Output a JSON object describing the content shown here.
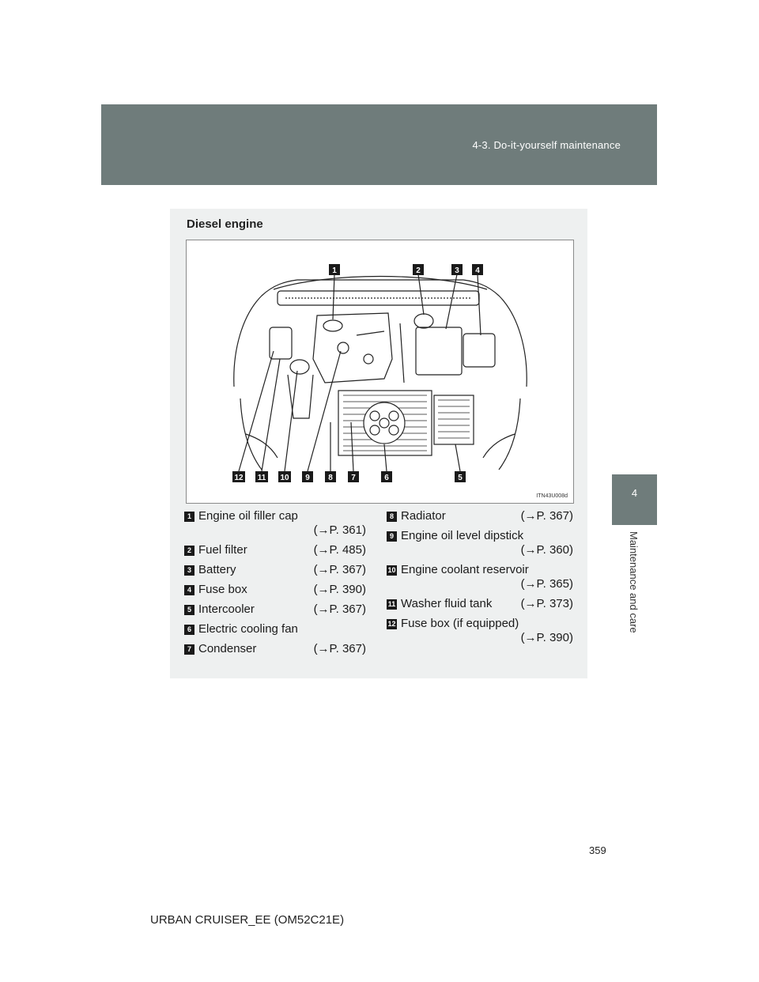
{
  "header": {
    "section": "4-3. Do-it-yourself maintenance"
  },
  "side_tab": {
    "number": "4",
    "label": "Maintenance and care"
  },
  "section_title": "Diesel engine",
  "figure": {
    "code": "ITN43U008d",
    "callouts_top": [
      "1",
      "2",
      "3",
      "4"
    ],
    "callouts_bottom": [
      "12",
      "11",
      "10",
      "9",
      "8",
      "7",
      "6",
      "5"
    ]
  },
  "legend_left": [
    {
      "num": "1",
      "label": "Engine oil filler cap",
      "ref": "(→P. 361)",
      "wrap": true
    },
    {
      "num": "2",
      "label": "Fuel filter",
      "ref": "(→P. 485)",
      "wrap": false
    },
    {
      "num": "3",
      "label": "Battery",
      "ref": "(→P. 367)",
      "wrap": false
    },
    {
      "num": "4",
      "label": "Fuse box",
      "ref": "(→P. 390)",
      "wrap": false
    },
    {
      "num": "5",
      "label": "Intercooler",
      "ref": "(→P. 367)",
      "wrap": false
    },
    {
      "num": "6",
      "label": "Electric cooling fan",
      "ref": "",
      "wrap": false
    },
    {
      "num": "7",
      "label": "Condenser",
      "ref": "(→P. 367)",
      "wrap": false
    }
  ],
  "legend_right": [
    {
      "num": "8",
      "label": "Radiator",
      "ref": "(→P. 367)",
      "wrap": false
    },
    {
      "num": "9",
      "label": "Engine oil level dipstick",
      "ref": "(→P. 360)",
      "wrap": true
    },
    {
      "num": "10",
      "label": "Engine coolant reservoir",
      "ref": "(→P. 365)",
      "wrap": true
    },
    {
      "num": "11",
      "label": "Washer fluid tank",
      "ref": "(→P. 373)",
      "wrap": false
    },
    {
      "num": "12",
      "label": "Fuse box (if equipped)",
      "ref": "(→P. 390)",
      "wrap": true
    }
  ],
  "page_number": "359",
  "footer": "URBAN CRUISER_EE (OM52C21E)"
}
